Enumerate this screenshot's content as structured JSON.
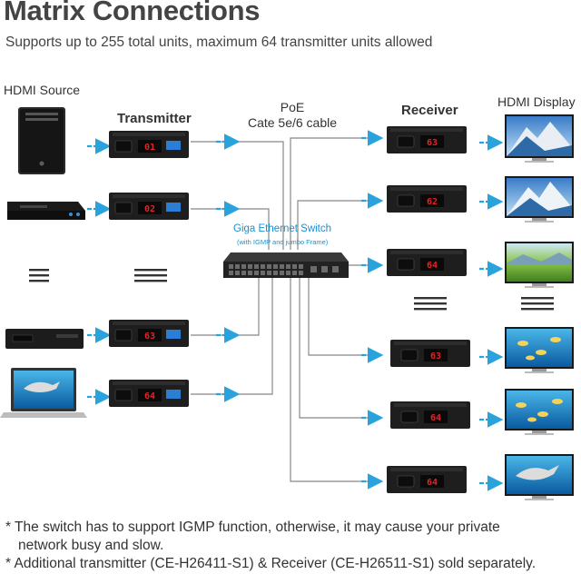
{
  "header": {
    "title": "Matrix Connections",
    "subtitle": "Supports up to 255 total units, maximum 64 transmitter units allowed"
  },
  "labels": {
    "hdmi_source": "HDMI Source",
    "transmitter": "Transmitter",
    "poe_line1": "PoE",
    "poe_line2": "Cate 5e/6 cable",
    "receiver": "Receiver",
    "hdmi_display": "HDMI Display",
    "switch_title": "Giga Ethernet Switch",
    "switch_subtitle": "(with IGMP and jumbo Frame)"
  },
  "transmitters": [
    {
      "display": "01"
    },
    {
      "display": "02"
    },
    {
      "display": "63"
    },
    {
      "display": "64"
    }
  ],
  "receivers": [
    {
      "display": "63"
    },
    {
      "display": "62"
    },
    {
      "display": "64"
    },
    {
      "display": "63"
    },
    {
      "display": "64"
    },
    {
      "display": "64"
    }
  ],
  "sources": [
    "pc-tower",
    "dvd-player",
    "set-top-box",
    "laptop"
  ],
  "displays": [
    "mountain-scene",
    "mountain-scene",
    "landscape-scene",
    "fish-scene",
    "fish-scene",
    "dolphin-scene"
  ],
  "notes": {
    "note1_line1": "* The switch has to support IGMP function, otherwise, it may cause your private",
    "note1_line2": "network busy and slow.",
    "note2": "* Additional transmitter (CE-H26411-S1) & Receiver (CE-H26511-S1) sold separately."
  },
  "colors": {
    "arrow": "#2aa3dc",
    "line": "#888888",
    "device": "#1e1e1e",
    "led": "#e0242a",
    "switch_label": "#1c8fcf"
  }
}
